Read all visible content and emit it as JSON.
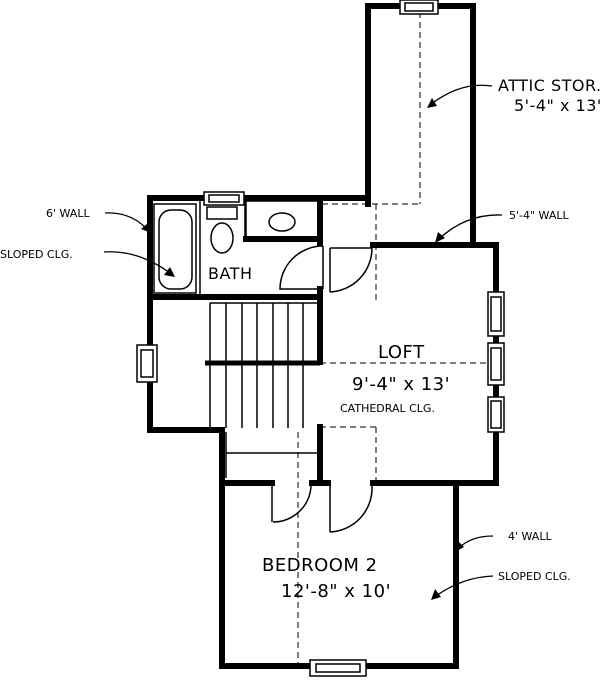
{
  "labels": {
    "attic_title": "ATTIC STOR.",
    "attic_dims": "5'-4\" x 13'",
    "wall_5_4": "5'-4\" WALL",
    "wall_6": "6' WALL",
    "sloped_clg_bath": "SLOPED CLG.",
    "bath": "BATH",
    "loft": "LOFT",
    "loft_dims": "9'-4\" x 13'",
    "cathedral": "CATHEDRAL CLG.",
    "bedroom": "BEDROOM 2",
    "bedroom_dims": "12'-8\" x 10'",
    "wall_4": "4' WALL",
    "sloped_clg_bed": "SLOPED CLG."
  }
}
